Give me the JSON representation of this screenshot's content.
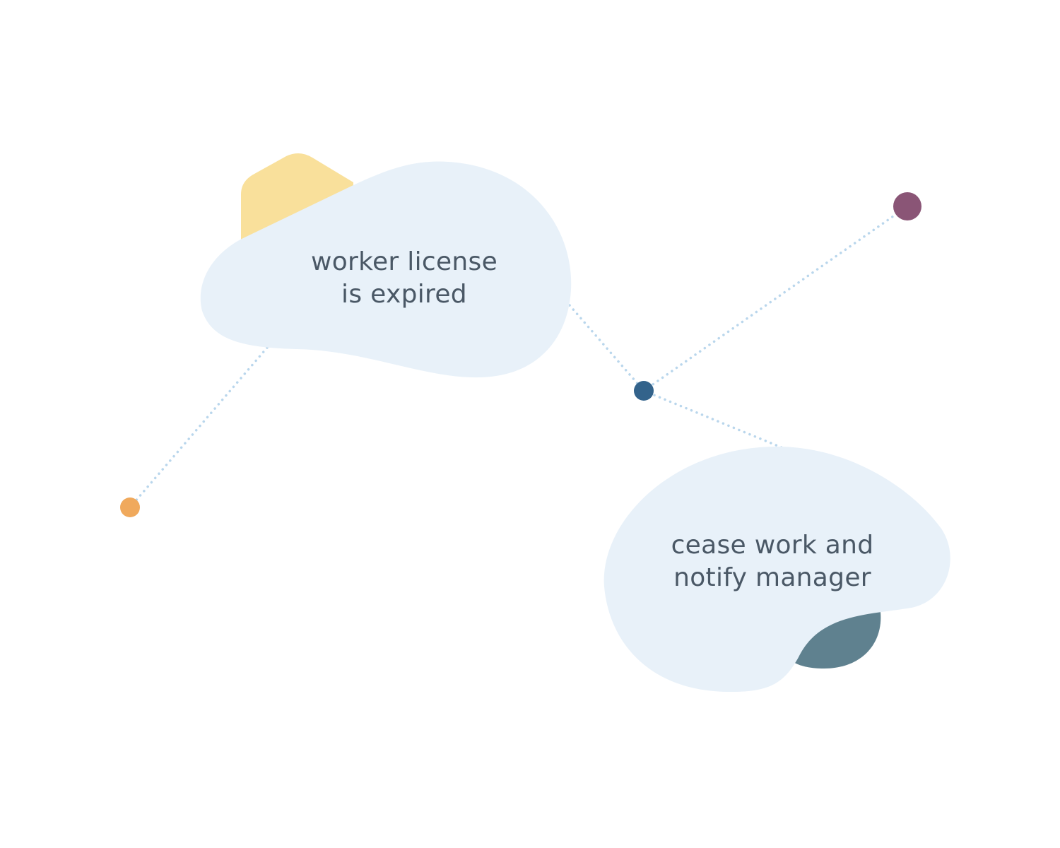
{
  "diagram": {
    "nodes": [
      {
        "id": "problem",
        "lines": [
          "worker license",
          "is expired"
        ],
        "shape": "blob"
      },
      {
        "id": "action",
        "lines": [
          "cease work and",
          "notify manager"
        ],
        "shape": "blob"
      }
    ],
    "dots": [
      {
        "id": "orange-dot",
        "color": "#f0a95c"
      },
      {
        "id": "hub-dot",
        "color": "#33638b"
      },
      {
        "id": "purple-dot",
        "color": "#8a5576"
      }
    ],
    "connectors": [
      {
        "from": "problem",
        "to": "orange-dot",
        "style": "dotted"
      },
      {
        "from": "problem",
        "to": "hub-dot",
        "style": "dotted"
      },
      {
        "from": "hub-dot",
        "to": "purple-dot",
        "style": "dotted"
      },
      {
        "from": "hub-dot",
        "to": "action",
        "style": "dotted"
      }
    ],
    "colors": {
      "blob_fill": "#e8f1f9",
      "connector": "#b9d6ec",
      "accent_hexagon": "#f9e09b",
      "accent_leaf": "#5f818f",
      "text": "#4a5866"
    }
  }
}
